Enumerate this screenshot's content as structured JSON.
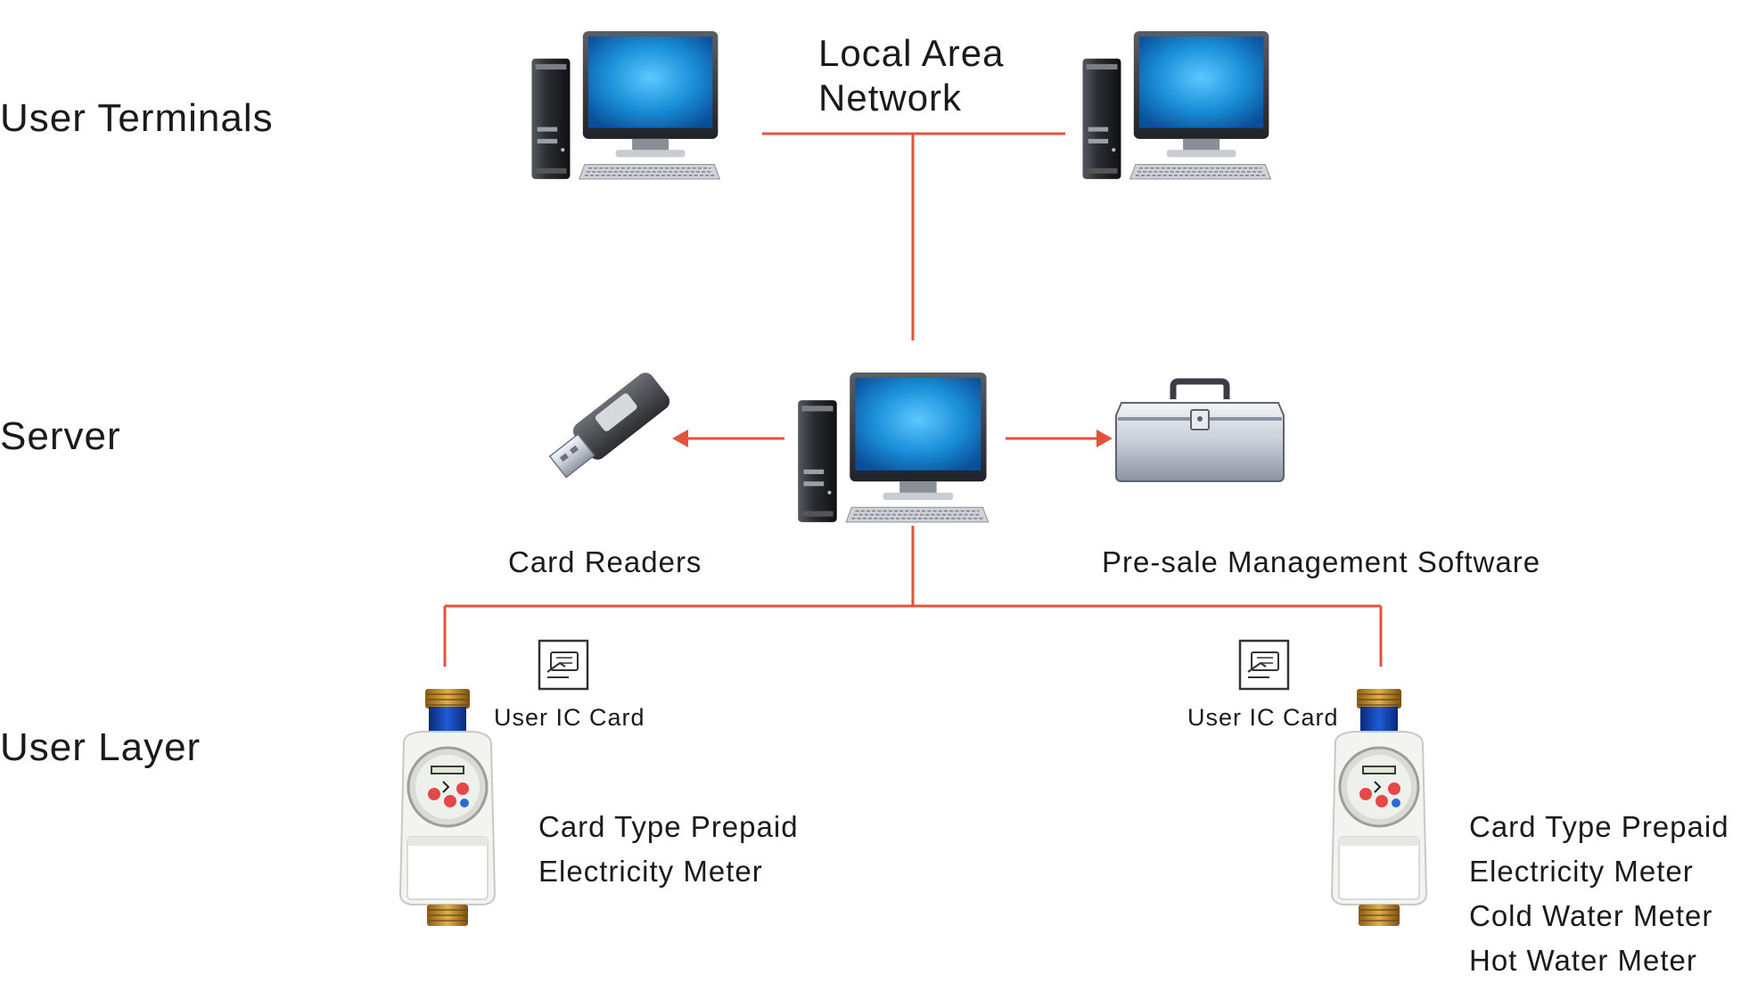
{
  "layers": {
    "user_terminals": "User Terminals",
    "server": "Server",
    "user_layer": "User Layer"
  },
  "network": {
    "lan_line1": "Local Area",
    "lan_line2": "Network"
  },
  "server_row": {
    "card_readers": "Card Readers",
    "presale_software": "Pre-sale Management Software"
  },
  "user_row": {
    "left": {
      "card_label": "User IC Card",
      "meter_lines": [
        "Card Type Prepaid",
        "Electricity Meter"
      ]
    },
    "right": {
      "card_label": "User IC Card",
      "meter_lines": [
        "Card Type Prepaid",
        "Electricity Meter",
        "Cold Water Meter",
        "Hot Water Meter"
      ]
    }
  },
  "colors": {
    "connector": "#e0533d",
    "screen": "#1a8fd8",
    "text": "#1a1a1a"
  },
  "icons": [
    "desktop-computer-icon",
    "usb-card-reader-icon",
    "toolbox-icon",
    "ic-card-icon",
    "water-meter-icon"
  ]
}
